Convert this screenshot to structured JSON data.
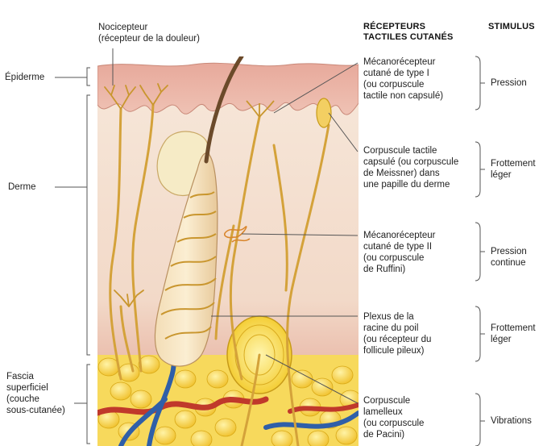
{
  "headers": {
    "receptors": "RÉCEPTEURS\nTACTILES CUTANÉS",
    "stimulus": "STIMULUS"
  },
  "layers": {
    "epidermis": "Épiderme",
    "dermis": "Derme",
    "hypodermis": "Fascia\nsuperficiel\n(couche\nsous-cutanée)"
  },
  "nociceptor": "Nocicepteur\n(récepteur de la douleur)",
  "receptors": [
    {
      "label": "Mécanorécepteur\ncutané de type I\n(ou corpuscule\ntactile non capsulé)",
      "stimulus": "Pression"
    },
    {
      "label": "Corpuscule tactile\ncapsulé (ou corpuscule\nde Meissner) dans\nune papille du derme",
      "stimulus": "Frottement\nléger"
    },
    {
      "label": "Mécanorécepteur\ncutané de type II\n(ou corpuscule\nde Ruffini)",
      "stimulus": "Pression\ncontinue"
    },
    {
      "label": "Plexus de la\nracine du poil\n(ou récepteur du\nfollicule pileux)",
      "stimulus": "Frottement\nléger"
    },
    {
      "label": "Corpuscule\nlamelleux\n(ou corpuscule\nde Pacini)",
      "stimulus": "Vibrations"
    }
  ],
  "colors": {
    "epidermis": "#e8b3a6",
    "dermis": "#f4dfcf",
    "fat": "#f5cf3a",
    "nerve": "#d4a23a",
    "artery": "#c0392b",
    "vein": "#2f5fa8"
  }
}
